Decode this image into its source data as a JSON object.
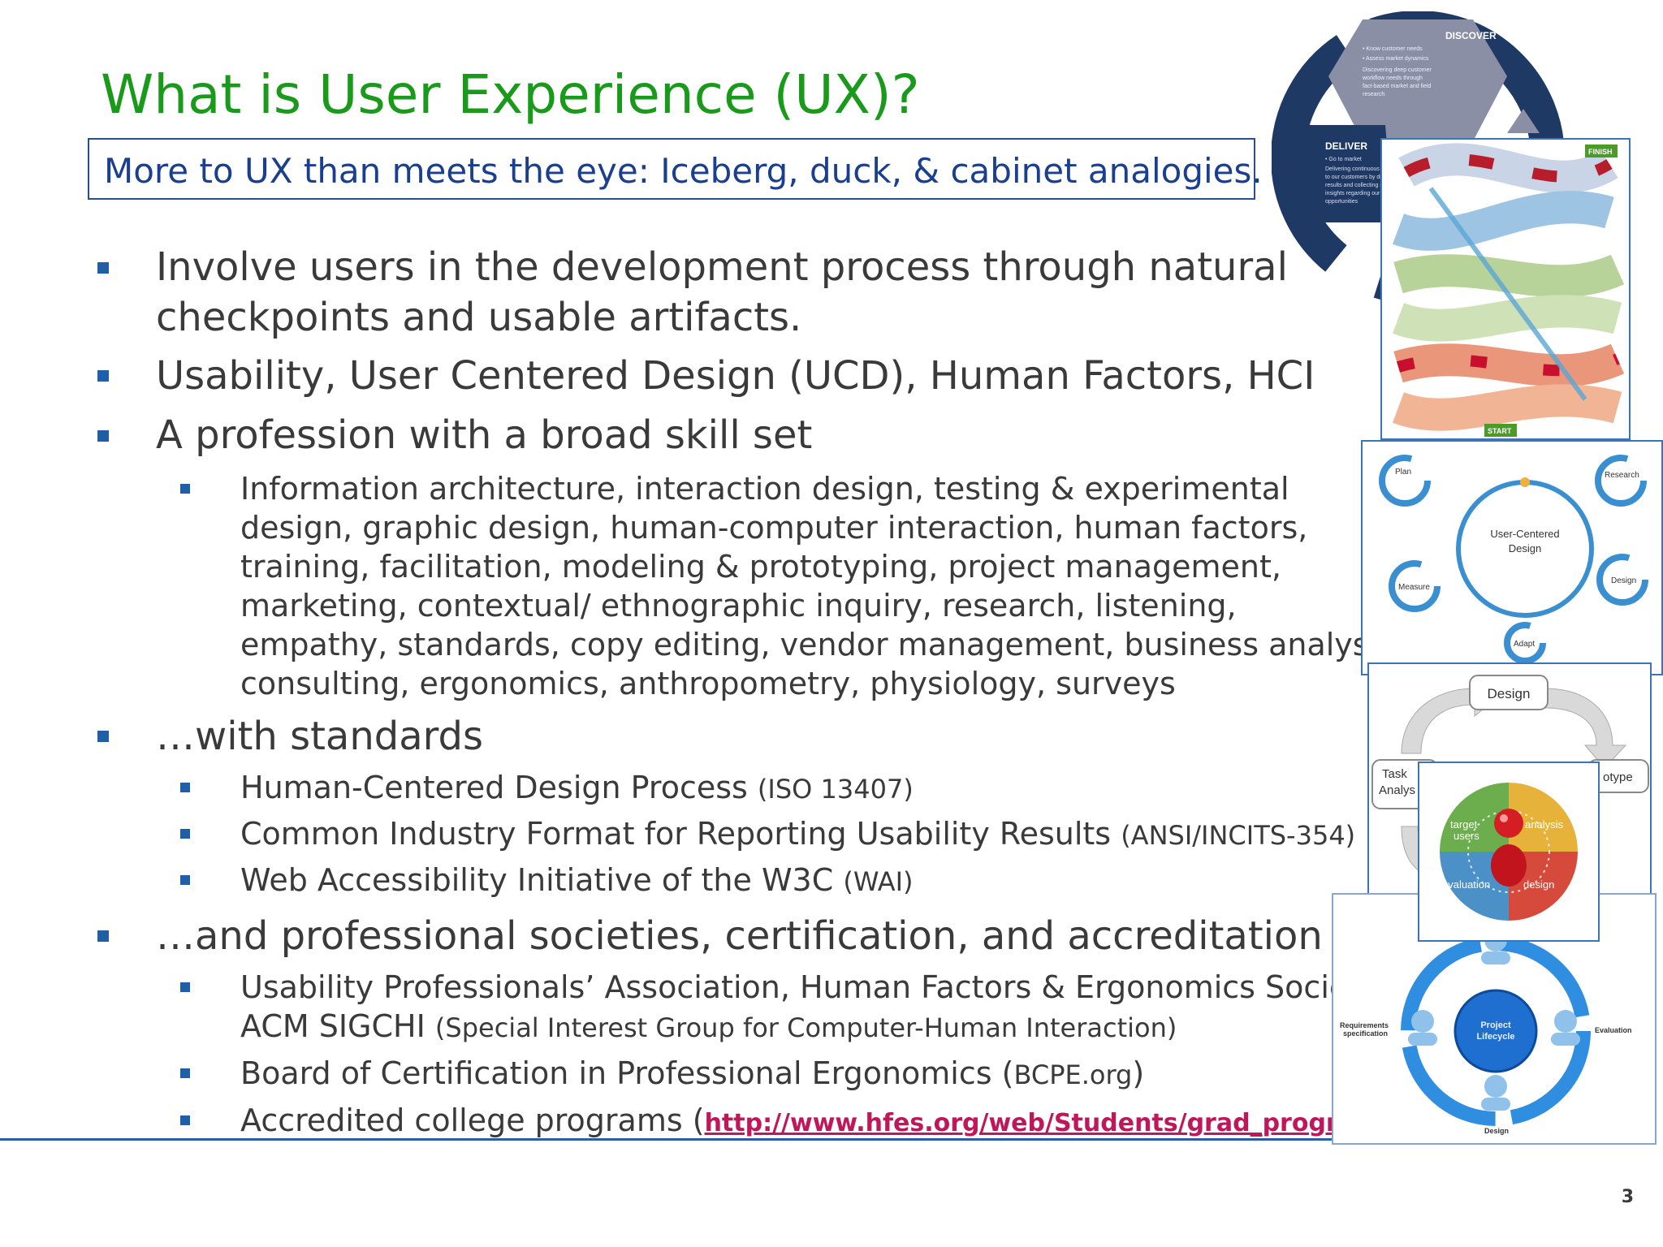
{
  "slide": {
    "title": "What is User Experience (UX)?",
    "subtitle": "More to UX than meets the eye: Iceberg, duck, & cabinet analogies.",
    "page_number": "3"
  },
  "bullets": {
    "b1_line1": "Involve users in the development process through natural",
    "b1_line2": "checkpoints and usable artifacts.",
    "b2": "Usability, User Centered Design (UCD), Human Factors, HCI",
    "b3": "A profession with a broad skill set",
    "b3_sub_lines": [
      "Information architecture, interaction design, testing & experimental",
      "design, graphic design, human-computer interaction, human factors,",
      "training, facilitation, modeling & prototyping, project management,",
      "marketing, contextual/ ethnographic inquiry, research, listening,",
      "empathy, standards, copy editing, vendor management, business analysis,",
      "consulting, ergonomics, anthropometry, physiology, surveys"
    ],
    "b4": "…with standards",
    "b4_subs": [
      {
        "text": "Human-Centered Design Process ",
        "note": "(ISO 13407)"
      },
      {
        "text": "Common Industry Format for Reporting Usability Results ",
        "note": "(ANSI/INCITS-354)"
      },
      {
        "text": "Web Accessibility Initiative of the W3C ",
        "note": "(WAI)"
      }
    ],
    "b5": "…and professional societies, certification, and accreditation",
    "b5_sub1_line1": "Usability Professionals’ Association, Human Factors & Ergonomics Society,",
    "b5_sub1_line2": "ACM SIGCHI ",
    "b5_sub1_note": "(Special Interest Group for Computer-Human Interaction)",
    "b5_sub2_pre": "Board of Certification in Professional Ergonomics (",
    "b5_sub2_note": "BCPE.org",
    "b5_sub2_post": ")",
    "b5_sub3_pre": "Accredited college programs (",
    "b5_sub3_link": "http://www.hfes.org/web/Students/grad_programs.html",
    "b5_sub3_post": ")"
  },
  "images": {
    "cycle_discover": "DISCOVER",
    "cycle_discover_items": [
      "• Know customer needs",
      "• Assess market dynamics",
      "Discovering deep customer",
      "workflow needs through",
      "fact-based market and field",
      "research"
    ],
    "cycle_deliver": "DELIVER",
    "cycle_deliver_items": [
      "• Go to market",
      "Delivering continuous v",
      "to our customers by driv",
      "results and collecting ne",
      "insights regarding our ne",
      "opportunities"
    ],
    "board_start": "START",
    "board_finish": "FINISH",
    "ucd_center_1": "User-Centered",
    "ucd_center_2": "Design",
    "ucd_plan": "Plan",
    "ucd_research": "Research",
    "ucd_design": "Design",
    "ucd_measure": "Measure",
    "ucd_adapt": "Adapt",
    "cycle2_design": "Design",
    "cycle2_task_1": "Task",
    "cycle2_task_2": "Analys",
    "cycle2_proto": "otype",
    "quad_target_1": "target",
    "quad_target_2": "users",
    "quad_analysis": "analysis",
    "quad_evaluation": "evaluation",
    "quad_design": "design",
    "pl_center_1": "Project",
    "pl_center_2": "Lifecycle",
    "pl_req_1": "Requirements",
    "pl_req_2": "specification",
    "pl_eval": "Evaluation",
    "pl_design": "Design"
  },
  "colors": {
    "title_green": "#1a9a1a",
    "subtitle_blue": "#1b3f8f",
    "bullet_blue": "#1f5fa8",
    "link_pink": "#c0165a"
  }
}
